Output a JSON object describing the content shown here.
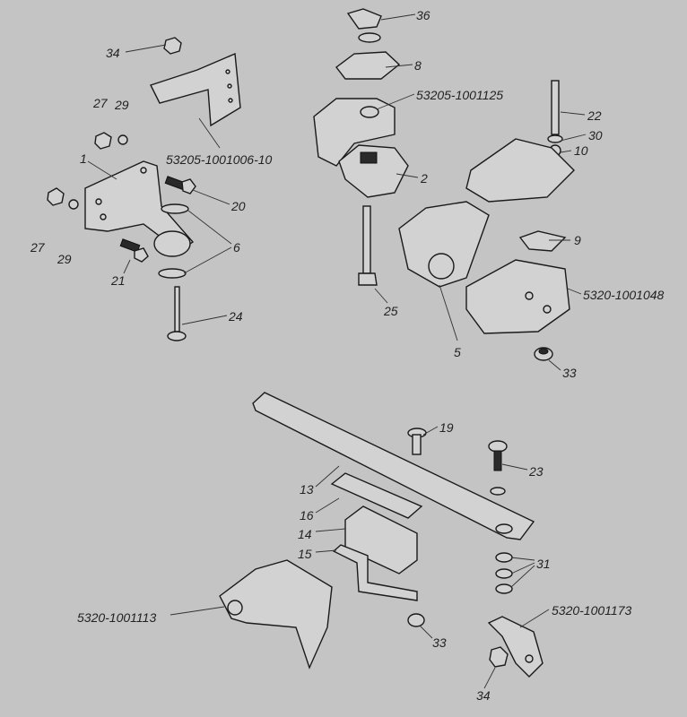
{
  "colors": {
    "background": "#c4c4c4",
    "line": "#1a1a1a"
  },
  "labels": {
    "l36": "36",
    "l34a": "34",
    "l8": "8",
    "l53205_1001125": "53205-1001125",
    "l27a": "27",
    "l29a": "29",
    "l22": "22",
    "l53205_1001006_10": "53205-1001006-10",
    "l30": "30",
    "l10": "10",
    "l1": "1",
    "l2": "2",
    "l20": "20",
    "l27b": "27",
    "l29b": "29",
    "l6": "6",
    "l9": "9",
    "l21": "21",
    "l5320_1001048": "5320-1001048",
    "l25": "25",
    "l24": "24",
    "l5": "5",
    "l33a": "33",
    "l19": "19",
    "l23": "23",
    "l13": "13",
    "l16": "16",
    "l14": "14",
    "l15": "15",
    "l31": "31",
    "l5320_1001113": "5320-1001113",
    "l5320_1001173": "5320-1001173",
    "l33b": "33",
    "l34b": "34"
  }
}
